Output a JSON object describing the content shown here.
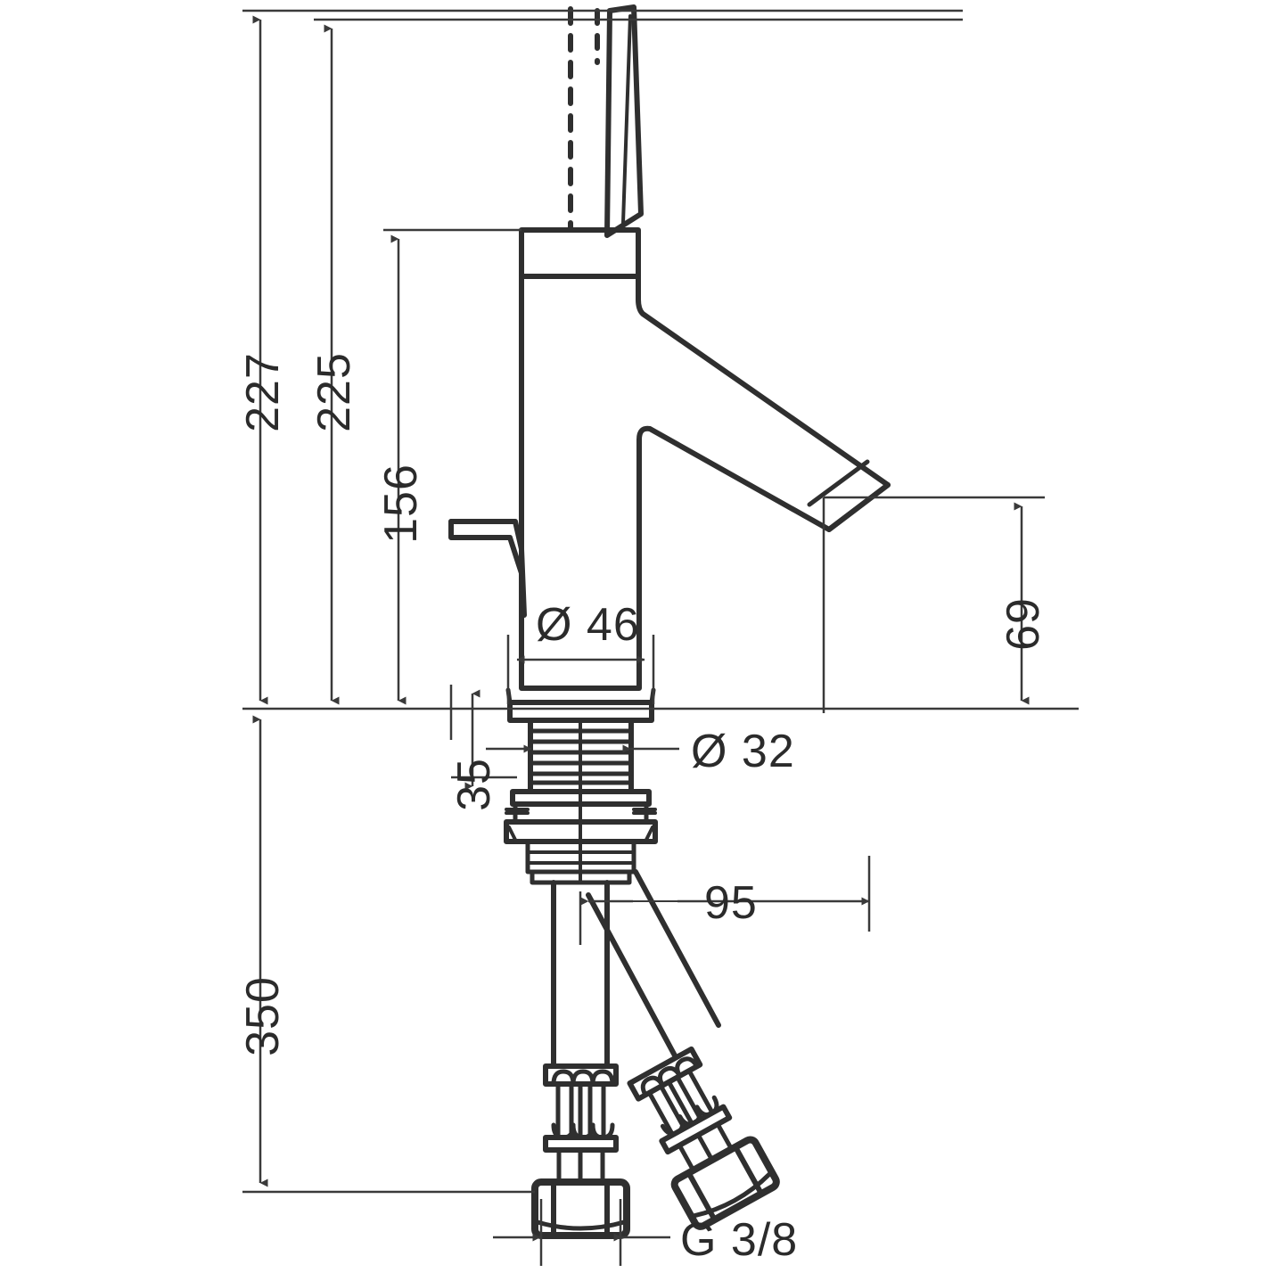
{
  "drawing": {
    "title": "Single lever basin mixer - technical dimension drawing",
    "units": "mm",
    "line_color": "#2f2f2f",
    "dim_color": "#3a3a3a",
    "background": "#ffffff"
  },
  "dimensions": {
    "total_height_227": "227",
    "handle_height_225": "225",
    "body_height_156": "156",
    "spout_outlet_height_69": "69",
    "body_diameter_46": "Ø 46",
    "shank_diameter_32": "Ø 32",
    "deck_thickness_35": "35",
    "spout_projection_95": "95",
    "hose_length_350": "350",
    "connection_thread": "G 3/8"
  },
  "labels": [
    {
      "name": "dim-227",
      "text": "227",
      "orientation": "vertical"
    },
    {
      "name": "dim-225",
      "text": "225",
      "orientation": "vertical"
    },
    {
      "name": "dim-156",
      "text": "156",
      "orientation": "vertical"
    },
    {
      "name": "dim-46",
      "text": "Ø 46",
      "orientation": "horizontal"
    },
    {
      "name": "dim-32",
      "text": "Ø 32",
      "orientation": "horizontal"
    },
    {
      "name": "dim-35",
      "text": "35",
      "orientation": "vertical"
    },
    {
      "name": "dim-69",
      "text": "69",
      "orientation": "vertical"
    },
    {
      "name": "dim-95",
      "text": "95",
      "orientation": "horizontal"
    },
    {
      "name": "dim-350",
      "text": "350",
      "orientation": "vertical"
    },
    {
      "name": "thread-spec",
      "text": "G 3/8",
      "orientation": "horizontal"
    }
  ],
  "parts": [
    {
      "name": "lever-handle",
      "label": "lever handle"
    },
    {
      "name": "mixer-body",
      "label": "mixer body"
    },
    {
      "name": "spout-outlet",
      "label": "spout outlet"
    },
    {
      "name": "pop-up-waste-lever",
      "label": "pop-up waste lever"
    },
    {
      "name": "threaded-shank",
      "label": "threaded shank"
    },
    {
      "name": "mounting-hardware",
      "label": "mounting nut assembly"
    },
    {
      "name": "flexible-hose-left",
      "label": "flexible supply hose"
    },
    {
      "name": "flexible-hose-right",
      "label": "flexible supply hose"
    },
    {
      "name": "hex-nut-left",
      "label": "hex connection nut"
    },
    {
      "name": "hex-nut-right",
      "label": "hex connection nut"
    }
  ]
}
